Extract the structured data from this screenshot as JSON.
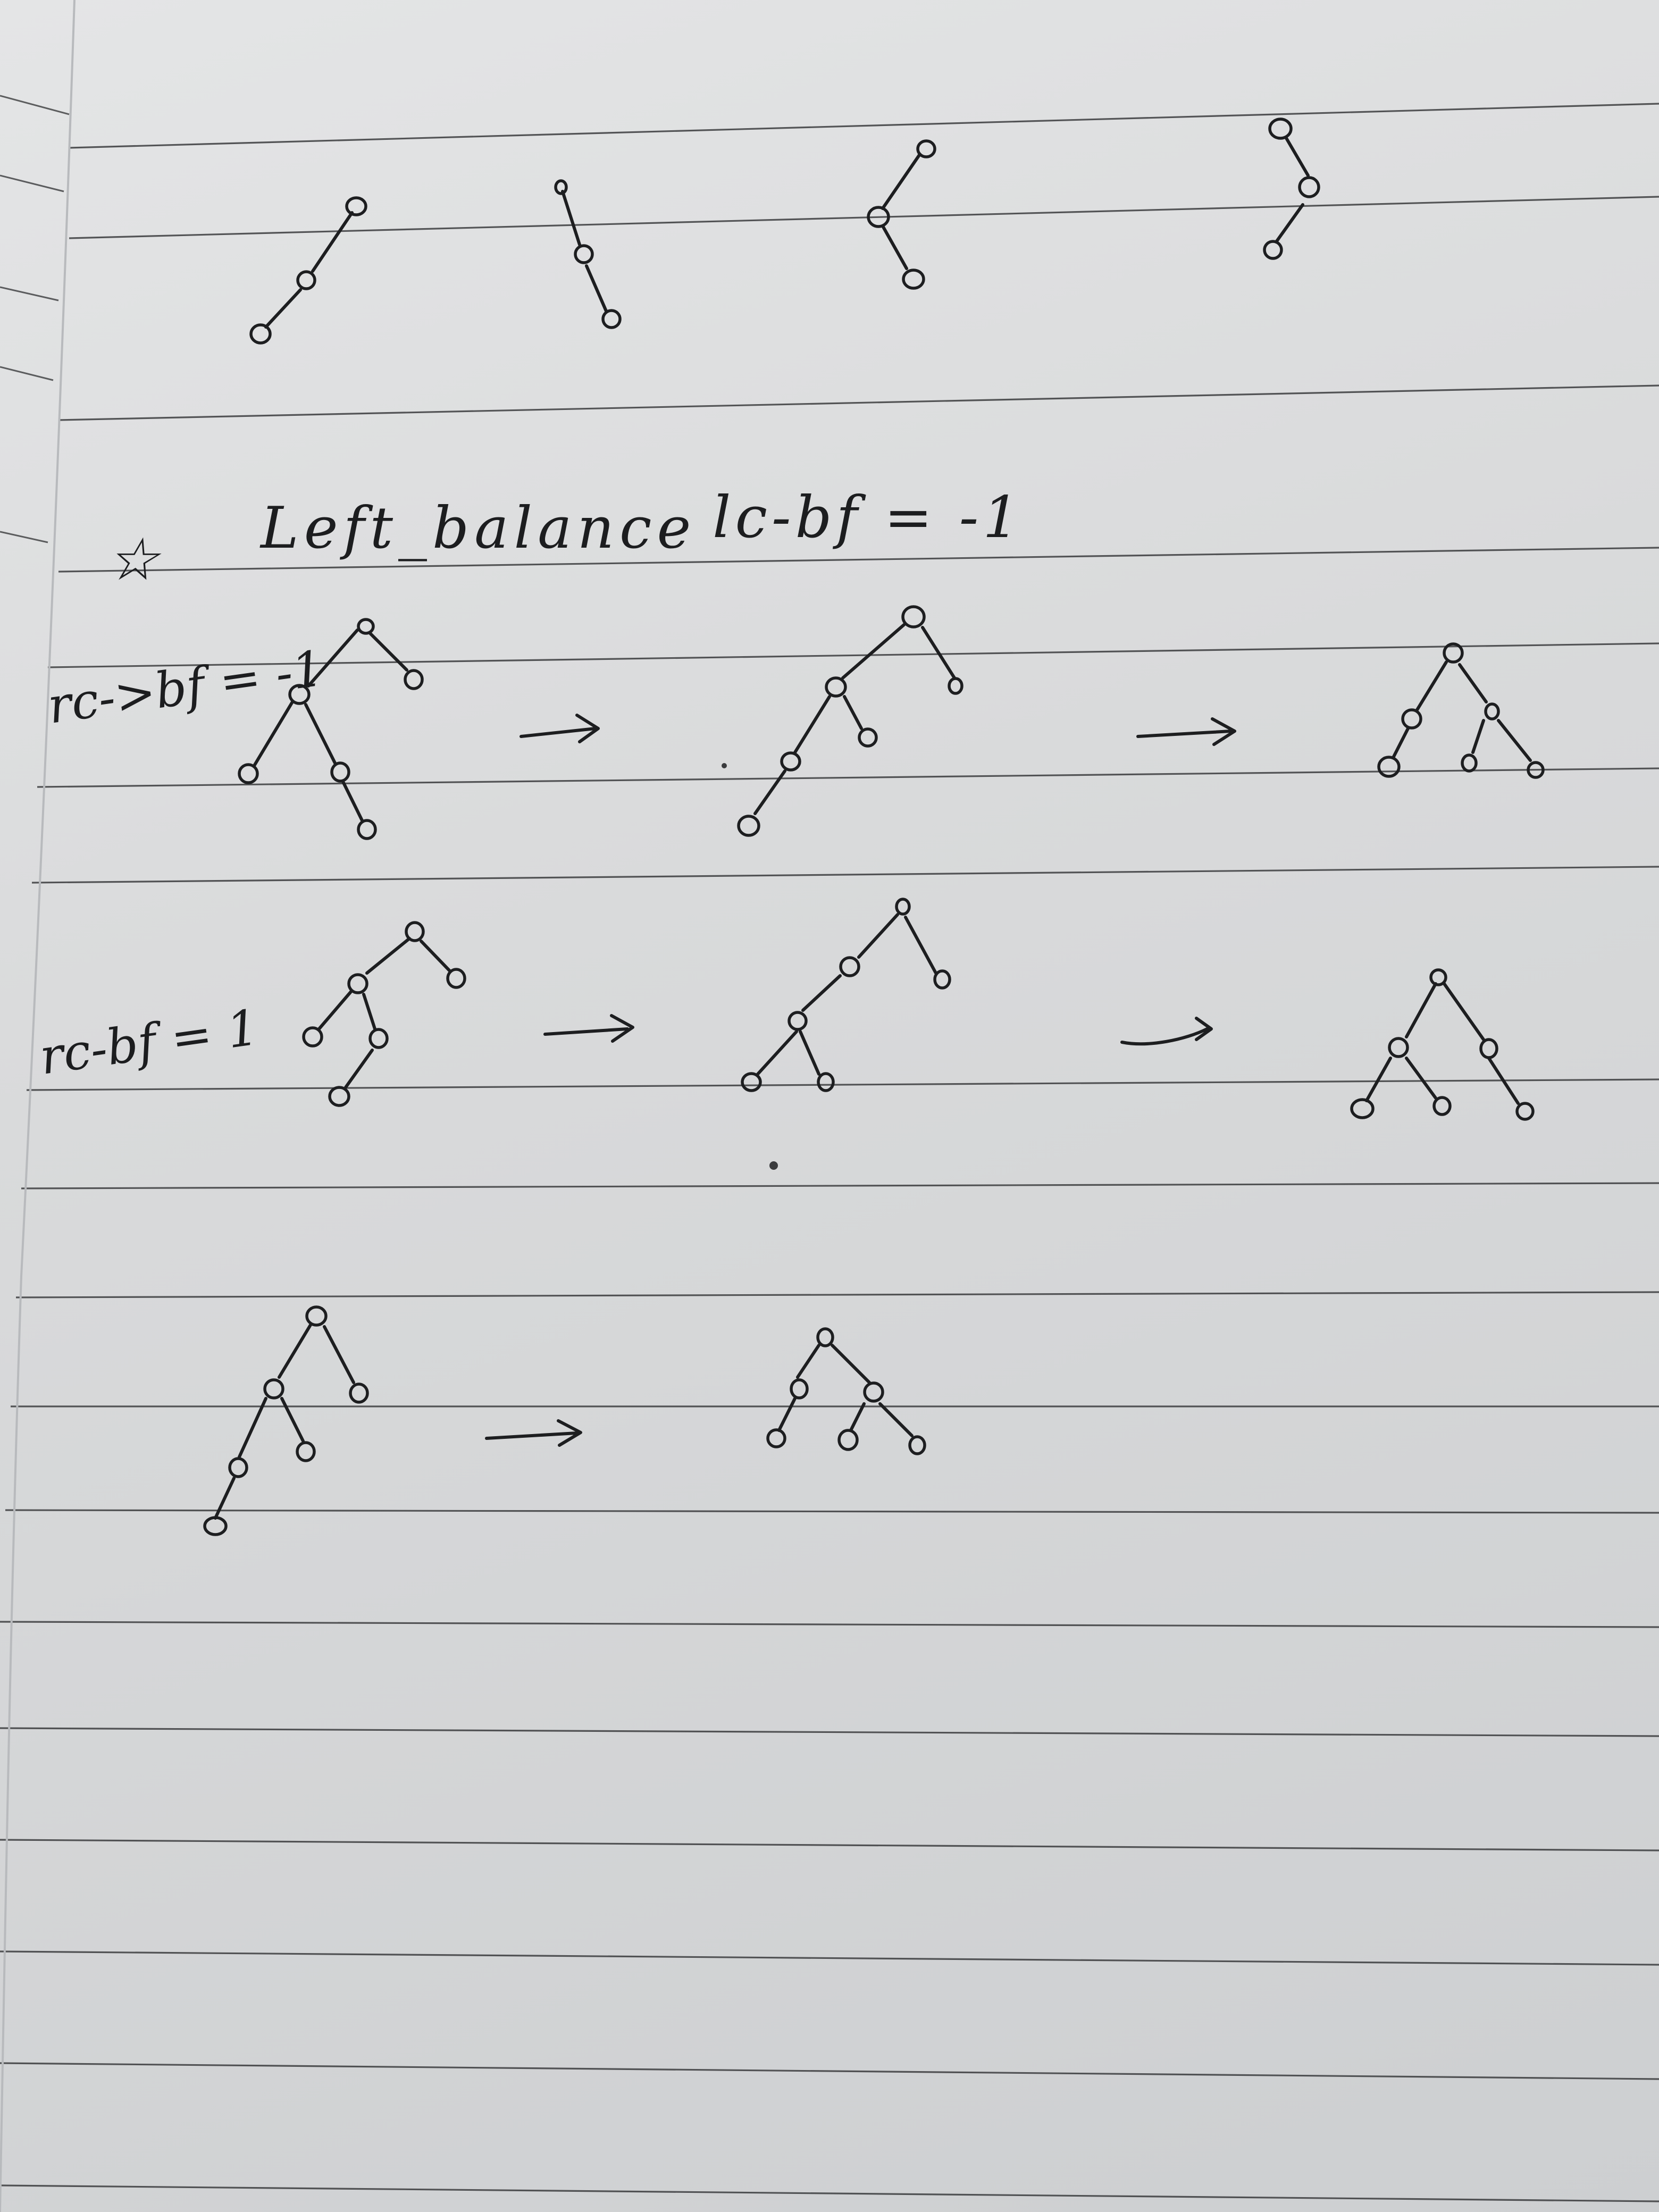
{
  "heading": {
    "star": "☆",
    "title": "Left_balance",
    "condition": "lc-bf = -1"
  },
  "rows": {
    "case_a": {
      "label": "rc->bf = -1"
    },
    "case_b": {
      "label": "rc-bf = 1"
    }
  },
  "arrow_glyph": "→"
}
